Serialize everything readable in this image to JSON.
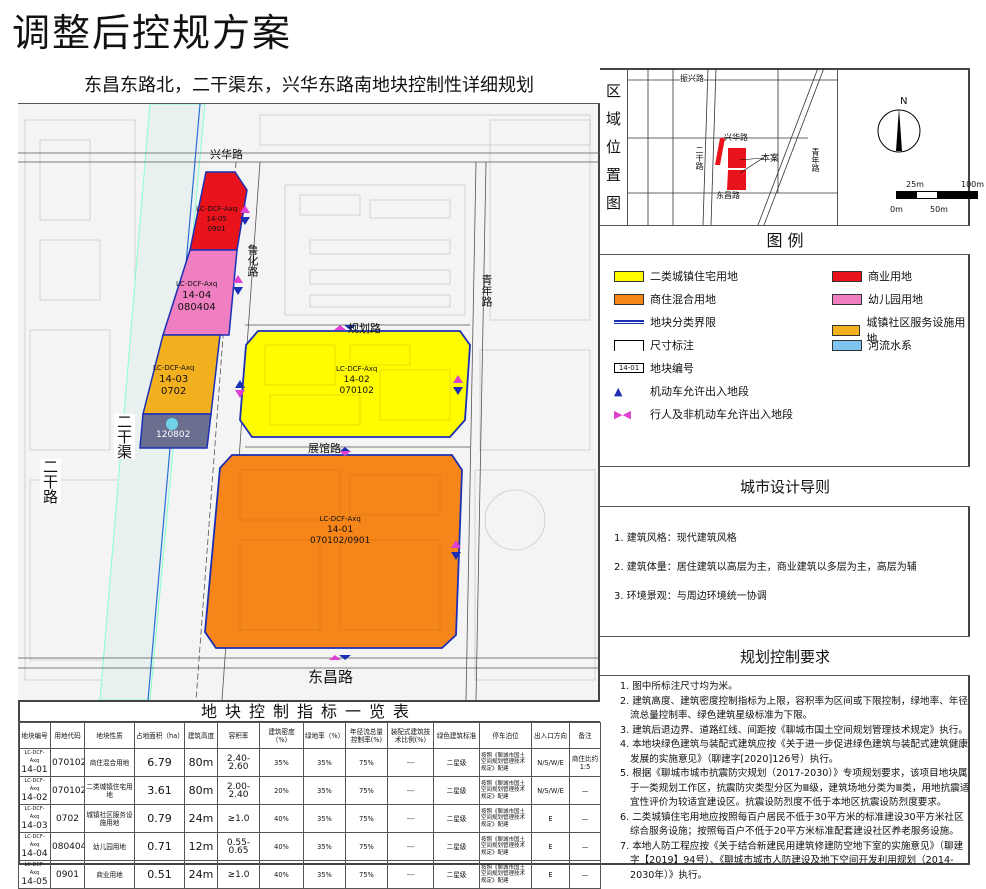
{
  "page_title": "调整后控规方案",
  "banner_title": "东昌东路北，二干渠东，兴华东路南地块控制性详细规划",
  "map": {
    "roads": {
      "xinghua": "兴华路",
      "luhua": "鲁化路",
      "guihua": "规划路",
      "zhanguan": "展馆路",
      "qingnian": "青年路",
      "dongchang": "东昌路",
      "erganqu": "二干渠",
      "erganlu": "二干路"
    },
    "parcels": [
      {
        "id_prefix": "LC-DCF-Axq",
        "id": "14-05",
        "code": "0901",
        "color": "#e8131b"
      },
      {
        "id_prefix": "LC-DCF-Axq",
        "id": "14-04",
        "code": "080404",
        "color": "#ef7fc0"
      },
      {
        "id_prefix": "LC-DCF-Axq",
        "id": "14-03",
        "code": "0702",
        "color": "#f2b01e"
      },
      {
        "id_prefix": "",
        "id": "",
        "code": "120802",
        "color": "#6a6f8f"
      },
      {
        "id_prefix": "LC-DCF-Axq",
        "id": "14-02",
        "code": "070102",
        "color": "#fffc00"
      },
      {
        "id_prefix": "LC-DCF-Axq",
        "id": "14-01",
        "code": "070102/0901",
        "color": "#f7861a"
      }
    ]
  },
  "locator": {
    "label": [
      "区",
      "域",
      "位",
      "置",
      "图"
    ],
    "roads": [
      "振兴路",
      "兴华路",
      "二干路",
      "东昌路",
      "青年路"
    ],
    "project_label": "本案",
    "north": "N",
    "scale": {
      "top": [
        "25m",
        "100m"
      ],
      "bottom": [
        "0m",
        "50m"
      ]
    }
  },
  "legend": {
    "title": "图 例",
    "items": [
      {
        "label": "二类城镇住宅用地",
        "color": "#fffc00",
        "type": "fill"
      },
      {
        "label": "商业用地",
        "color": "#e8131b",
        "type": "fill"
      },
      {
        "label": "商住混合用地",
        "color": "#f7861a",
        "type": "fill"
      },
      {
        "label": "幼儿园用地",
        "color": "#ef7fc0",
        "type": "fill"
      },
      {
        "label": "地块分类界限",
        "color": "#1b2fb5",
        "type": "line"
      },
      {
        "label": "城镇社区服务设施用地",
        "color": "#f2b01e",
        "type": "fill"
      },
      {
        "label": "尺寸标注",
        "type": "dim"
      },
      {
        "label": "河流水系",
        "color": "#7fc4ef",
        "type": "fill"
      },
      {
        "label": "地块编号",
        "sample": "14-01",
        "type": "tag"
      },
      {
        "label": "机动车允许出入地段",
        "color": "#1b2fb5",
        "type": "arrow"
      },
      {
        "label": "行人及非机动车允许出入地段",
        "color": "#e040d0",
        "type": "arrow"
      }
    ]
  },
  "design_guide": {
    "title": "城市设计导则",
    "items": [
      "1. 建筑风格：现代建筑风格",
      "2. 建筑体量：居住建筑以高层为主，商业建筑以多层为主，高层为辅",
      "3. 环境景观：与周边环境统一协调"
    ]
  },
  "requirements": {
    "title": "规划控制要求",
    "items": [
      "1. 图中所标注尺寸均为米。",
      "2. 建筑高度、建筑密度控制指标为上限，容积率为区间或下限控制，绿地率、年径流总量控制率、绿色建筑星级标准为下限。",
      "3. 建筑后退边界、道路红线、间距按《聊城市国土空间规划管理技术规定》执行。",
      "4. 本地块绿色建筑与装配式建筑应按《关于进一步促进绿色建筑与装配式建筑健康发展的实施意见》（聊建字[2020]126号）执行。",
      "5. 根据《聊城市城市抗震防灾规划（2017-2030）》专项规划要求，该项目地块属于一类规划工作区，抗震防灾类型分区为Ⅲ级，建筑场地分类为Ⅲ类，用地抗震适宜性评价为较适宜建设区。抗震设防烈度不低于本地区抗震设防烈度要求。",
      "6. 二类城镇住宅用地应按照每百户居民不低于30平方米的标准建设30平方米社区综合服务设施；按照每百户不低于20平方米标准配套建设社区养老服务设施。",
      "7. 本地人防工程应按《关于结合新建民用建筑修建防空地下室的实施意见》（聊建字【2019】94号）、《聊城市城市人防建设及地下空间开发利用规划（2014-2030年）》执行。"
    ]
  },
  "table": {
    "title": "地块控制指标一览表",
    "headers": [
      "地块编号",
      "用地代码",
      "地块性质",
      "占地面积（ha）",
      "建筑高度",
      "容积率",
      "建筑密度（%）",
      "绿地率（%）",
      "年径流总量控制率(%)",
      "装配式建筑技术比例(%)",
      "绿色建筑标准",
      "停车泊位",
      "出入口方向",
      "备注"
    ],
    "rows": [
      [
        "LC-DCF-Axq",
        "14-01",
        "070102/0901",
        "商住混合用地",
        "6.79",
        "80m",
        "2.40-2.60",
        "35%",
        "35%",
        "75%",
        "---",
        "二星级",
        "按照《聊城市国土空间规划管理技术规定》配建",
        "N/S/W/E",
        "商住比约1:5"
      ],
      [
        "LC-DCF-Axq",
        "14-02",
        "070102",
        "二类城镇住宅用地",
        "3.61",
        "80m",
        "2.00-2.40",
        "20%",
        "35%",
        "75%",
        "---",
        "二星级",
        "按照《聊城市国土空间规划管理技术规定》配建",
        "N/S/W/E",
        "—"
      ],
      [
        "LC-DCF-Axq",
        "14-03",
        "0702",
        "城镇社区服务设施用地",
        "0.79",
        "24m",
        "≥1.0",
        "40%",
        "35%",
        "75%",
        "---",
        "二星级",
        "按照《聊城市国土空间规划管理技术规定》配建",
        "E",
        "—"
      ],
      [
        "LC-DCF-Axq",
        "14-04",
        "080404",
        "幼儿园用地",
        "0.71",
        "12m",
        "0.55-0.65",
        "40%",
        "35%",
        "75%",
        "---",
        "二星级",
        "按照《聊城市国土空间规划管理技术规定》配建",
        "E",
        "—"
      ],
      [
        "LC-DCF-Axq",
        "14-05",
        "0901",
        "商业用地",
        "0.51",
        "24m",
        "≥1.0",
        "40%",
        "35%",
        "75%",
        "---",
        "二星级",
        "按照《聊城市国土空间规划管理技术规定》配建",
        "E",
        "—"
      ]
    ]
  }
}
